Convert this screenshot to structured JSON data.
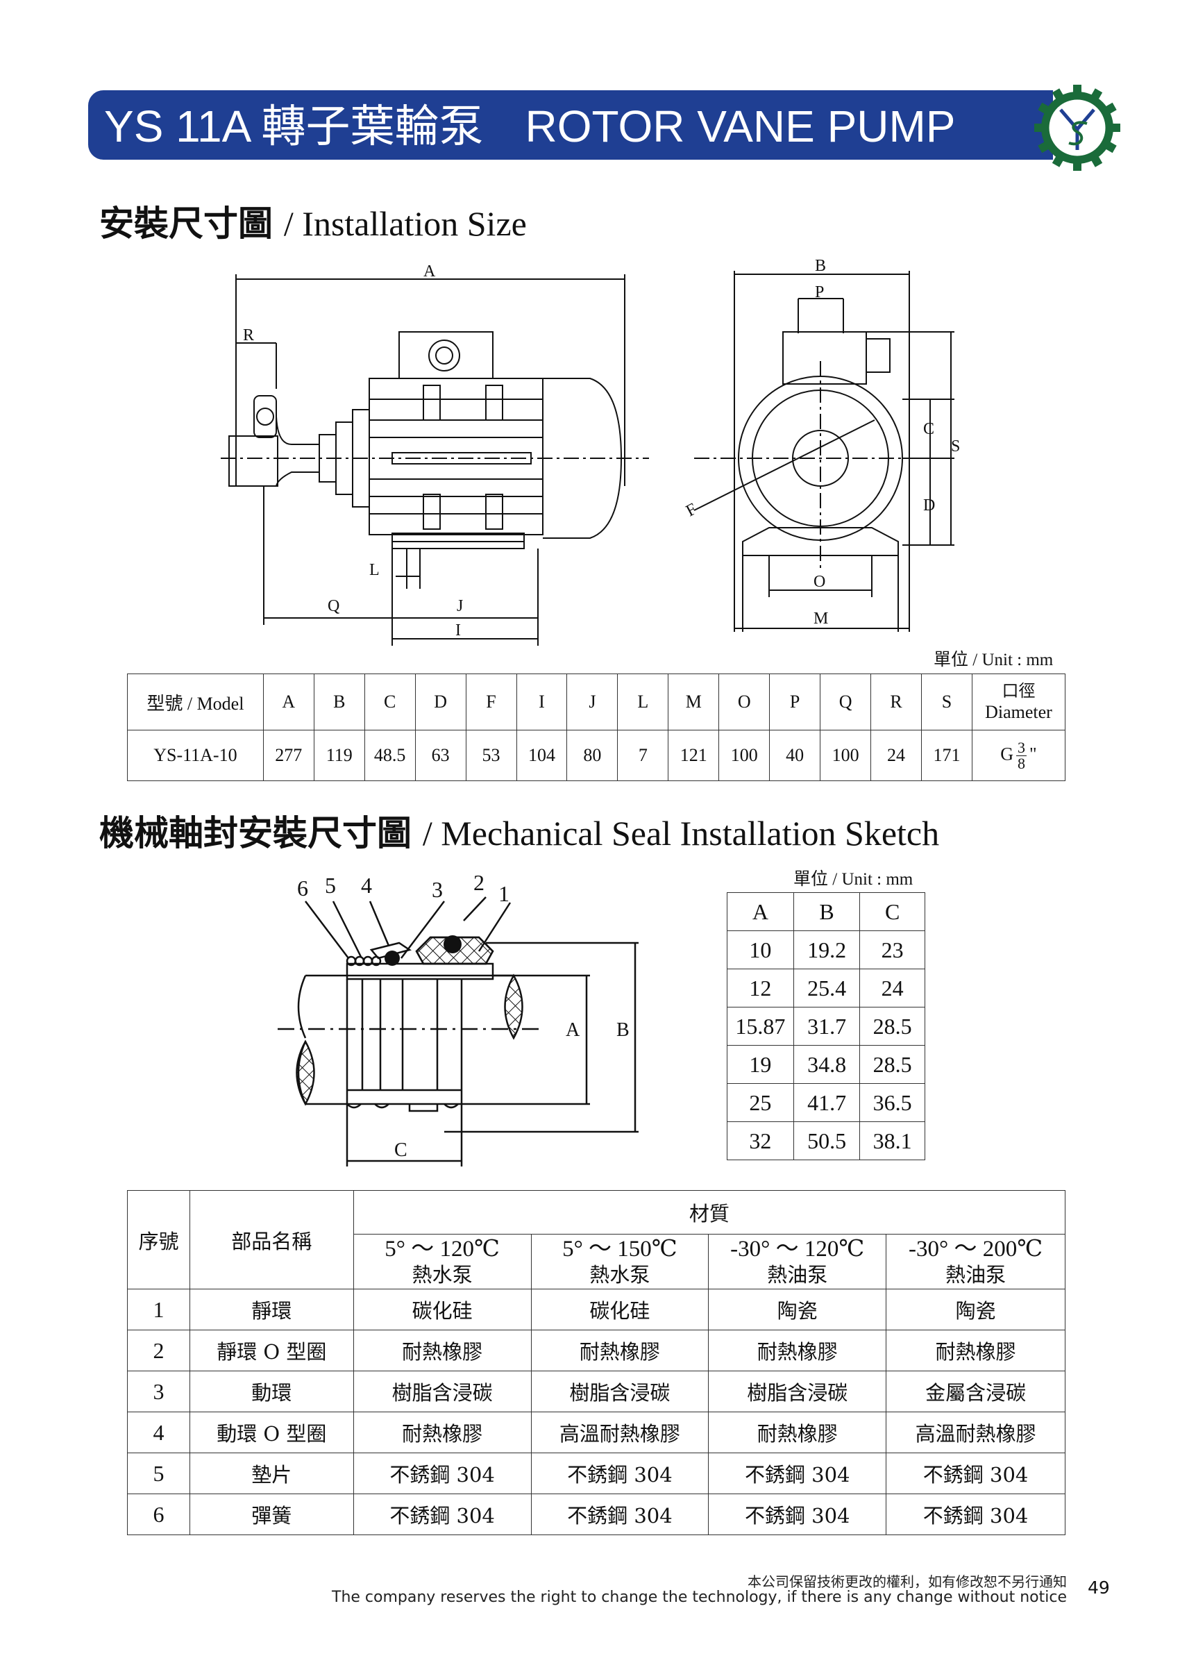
{
  "header": {
    "title_zh": "YS 11A 轉子葉輪泵",
    "title_en": "ROTOR VANE PUMP",
    "logo_text": "YS",
    "brand_color": "#1f3f93",
    "logo_color": "#1a6b3a"
  },
  "installation": {
    "heading_zh": "安裝尺寸圖",
    "heading_en": "/ Installation Size",
    "dim_labels": {
      "A": "A",
      "R": "R",
      "L": "L",
      "Q": "Q",
      "J": "J",
      "I": "I",
      "B": "B",
      "P": "P",
      "C": "C",
      "S": "S",
      "D": "D",
      "F": "F",
      "O": "O",
      "M": "M"
    },
    "unit_zh": "單位",
    "unit_en": "/ Unit : mm",
    "columns": [
      "型號 / Model",
      "A",
      "B",
      "C",
      "D",
      "F",
      "I",
      "J",
      "L",
      "M",
      "O",
      "P",
      "Q",
      "R",
      "S"
    ],
    "diameter_zh": "口徑",
    "diameter_en": "Diameter",
    "row": {
      "model": "YS-11A-10",
      "values": [
        "277",
        "119",
        "48.5",
        "63",
        "53",
        "104",
        "80",
        "7",
        "121",
        "100",
        "40",
        "100",
        "24",
        "171"
      ],
      "diam_prefix": "G",
      "diam_num": "3",
      "diam_den": "8",
      "diam_suffix": "\""
    }
  },
  "seal": {
    "heading_zh": "機械軸封安裝尺寸圖",
    "heading_en": "/ Mechanical Seal Installation Sketch",
    "callouts": [
      "6",
      "5",
      "4",
      "3",
      "2",
      "1"
    ],
    "dim_labels": {
      "A": "A",
      "B": "B",
      "C": "C"
    },
    "unit_zh": "單位",
    "unit_en": "/ Unit : mm",
    "table_header": [
      "A",
      "B",
      "C"
    ],
    "table_rows": [
      [
        "10",
        "19.2",
        "23"
      ],
      [
        "12",
        "25.4",
        "24"
      ],
      [
        "15.87",
        "31.7",
        "28.5"
      ],
      [
        "19",
        "34.8",
        "28.5"
      ],
      [
        "25",
        "41.7",
        "36.5"
      ],
      [
        "32",
        "50.5",
        "38.1"
      ]
    ]
  },
  "materials": {
    "col_no": "序號",
    "col_part": "部品名稱",
    "col_material": "材質",
    "conditions": [
      {
        "temp": "5° ～ 120℃",
        "kind": "熱水泵"
      },
      {
        "temp": "5° ～ 150℃",
        "kind": "熱水泵"
      },
      {
        "temp": "-30° ～ 120℃",
        "kind": "熱油泵"
      },
      {
        "temp": "-30° ～ 200℃",
        "kind": "熱油泵"
      }
    ],
    "rows": [
      {
        "no": "1",
        "part": "靜環",
        "m": [
          "碳化硅",
          "碳化硅",
          "陶瓷",
          "陶瓷"
        ]
      },
      {
        "no": "2",
        "part": "靜環 O 型圈",
        "m": [
          "耐熱橡膠",
          "耐熱橡膠",
          "耐熱橡膠",
          "耐熱橡膠"
        ]
      },
      {
        "no": "3",
        "part": "動環",
        "m": [
          "樹脂含浸碳",
          "樹脂含浸碳",
          "樹脂含浸碳",
          "金屬含浸碳"
        ]
      },
      {
        "no": "4",
        "part": "動環 O 型圈",
        "m": [
          "耐熱橡膠",
          "高溫耐熱橡膠",
          "耐熱橡膠",
          "高溫耐熱橡膠"
        ]
      },
      {
        "no": "5",
        "part": "墊片",
        "m": [
          "不銹鋼 304",
          "不銹鋼 304",
          "不銹鋼 304",
          "不銹鋼 304"
        ]
      },
      {
        "no": "6",
        "part": "彈簧",
        "m": [
          "不銹鋼 304",
          "不銹鋼 304",
          "不銹鋼 304",
          "不銹鋼 304"
        ]
      }
    ]
  },
  "footer": {
    "line_zh": "本公司保留技術更改的權利，如有修改恕不另行通知",
    "line_en": "The company reserves the right to change the technology, if there is any change without notice",
    "page_number": "49"
  }
}
